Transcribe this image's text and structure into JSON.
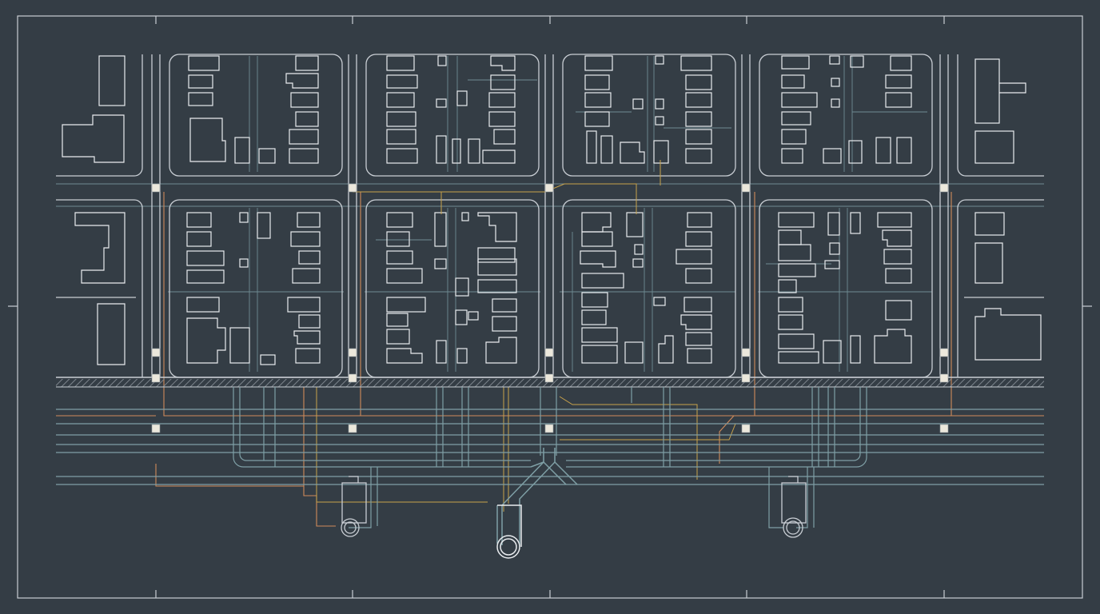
{
  "canvas": {
    "background": "#343d45"
  },
  "colors": {
    "building": "#e9ecef",
    "road": "#c9ced4",
    "utility": "#7fa0a6",
    "gas": "#d08a5a",
    "power": "#c9a24a",
    "node": "#ece8dc",
    "frame": "#c9ced4",
    "hatch": "#7c848c"
  },
  "layers": [
    "roads",
    "buildings",
    "water-mains",
    "gas-lines",
    "power-lines",
    "junction-nodes",
    "manholes",
    "pipe-outlet"
  ],
  "text": []
}
